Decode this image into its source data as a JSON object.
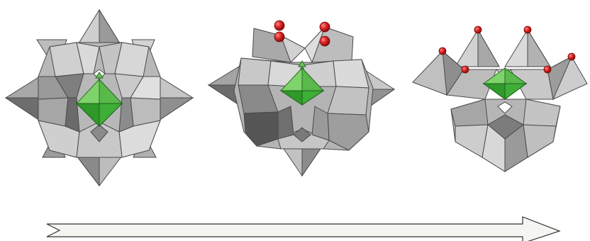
{
  "figure": {
    "structures": [
      {
        "description_id": "polyoxometalate-full",
        "central_unit_color": "#4cbf3f",
        "removed_oxygens_shown": 0
      },
      {
        "description_id": "polyoxometalate-lacunary-1",
        "central_unit_color": "#4cbf3f",
        "removed_oxygens_shown": 4
      },
      {
        "description_id": "polyoxometalate-lacunary-2",
        "central_unit_color": "#4cbf3f",
        "removed_oxygens_shown": 6
      }
    ],
    "colors": {
      "polyhedron_light": "#d9d9d9",
      "polyhedron_mid": "#b5b5b5",
      "polyhedron_dark": "#7d7d7d",
      "polyhedron_darker": "#5a5a5a",
      "edge": "#4a4a4a",
      "central_light": "#7fd36b",
      "central_dark": "#2f9a2a",
      "oxygen_red": "#d81e1e",
      "arrow_fill": "#f5f6f1",
      "arrow_stroke": "#333333"
    },
    "arrow": {
      "direction": "right"
    }
  }
}
